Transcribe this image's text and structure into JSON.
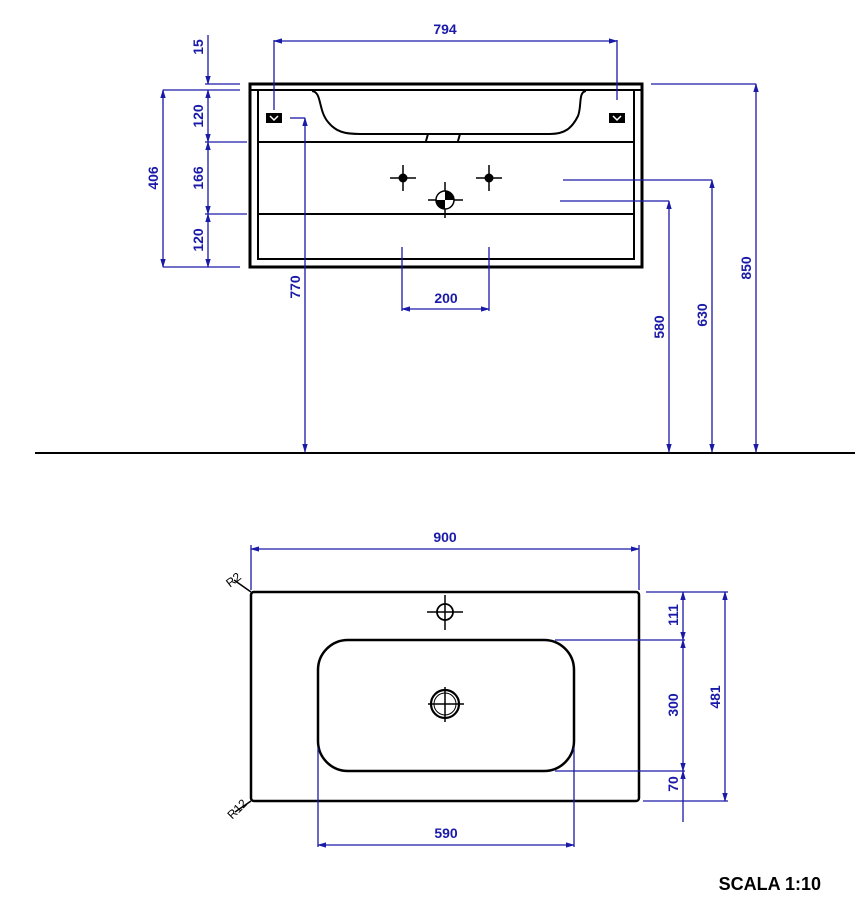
{
  "colors": {
    "outline": "#000000",
    "dimension": "#1a1aa8",
    "background": "#ffffff"
  },
  "elevation_view": {
    "dimensions": {
      "overflow_spacing": "794",
      "top_thickness": "15",
      "drawer_top_height": "120",
      "drawer_middle_height": "166",
      "drawer_bottom_height": "120",
      "cabinet_height": "406",
      "tap_spacing": "200",
      "floor_to_fixing": "770",
      "floor_to_drain": "580",
      "floor_to_supply": "630",
      "floor_to_top": "850"
    }
  },
  "plan_view": {
    "dimensions": {
      "total_width": "900",
      "basin_width": "590",
      "back_margin": "111",
      "basin_depth": "300",
      "front_margin": "70",
      "total_depth": "481"
    },
    "radii": {
      "back_corner": "R2",
      "front_corner": "R12"
    }
  },
  "scale_label": "SCALA 1:10"
}
